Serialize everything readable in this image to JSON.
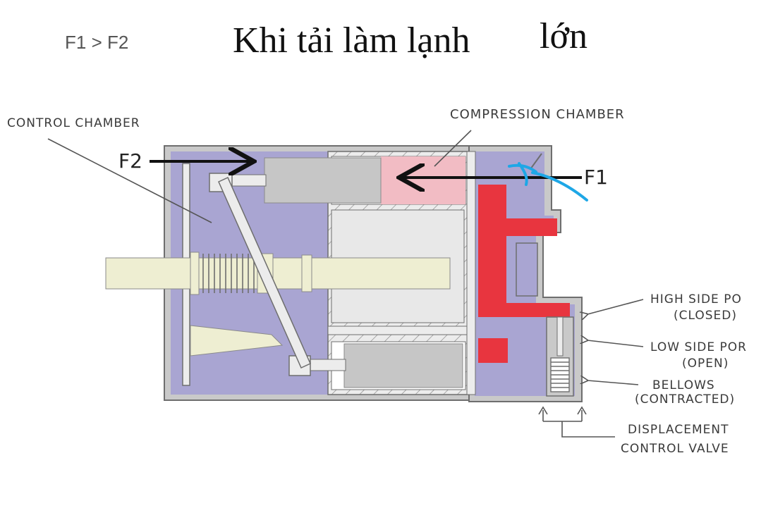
{
  "comparison": "F1 > F2",
  "title_main": "Khi tải làm lạnh",
  "title_end": "lớn",
  "labels": {
    "control_chamber": "CONTROL CHAMBER",
    "compression_chamber": "COMPRESSION CHAMBER",
    "high_side_port": "HIGH SIDE PO",
    "high_side_state": "(CLOSED)",
    "low_side_port": "LOW SIDE POR",
    "low_side_state": "(OPEN)",
    "bellows": "BELLOWS",
    "bellows_state": "(CONTRACTED)",
    "valve_line1": "DISPLACEMENT",
    "valve_line2": "CONTROL VALVE"
  },
  "forces": {
    "f1": "F1",
    "f2": "F2"
  },
  "colors": {
    "chamber_fill": "#a9a5d2",
    "housing_stroke": "#6e6e6e",
    "piston_fill": "#c6c6c6",
    "compression_pink": "#f2bcc4",
    "high_pressure_red": "#e8353f",
    "shaft_fill": "#eeeed2",
    "hatch_fill": "#ececec",
    "blue_mark": "#1ea7e6"
  }
}
